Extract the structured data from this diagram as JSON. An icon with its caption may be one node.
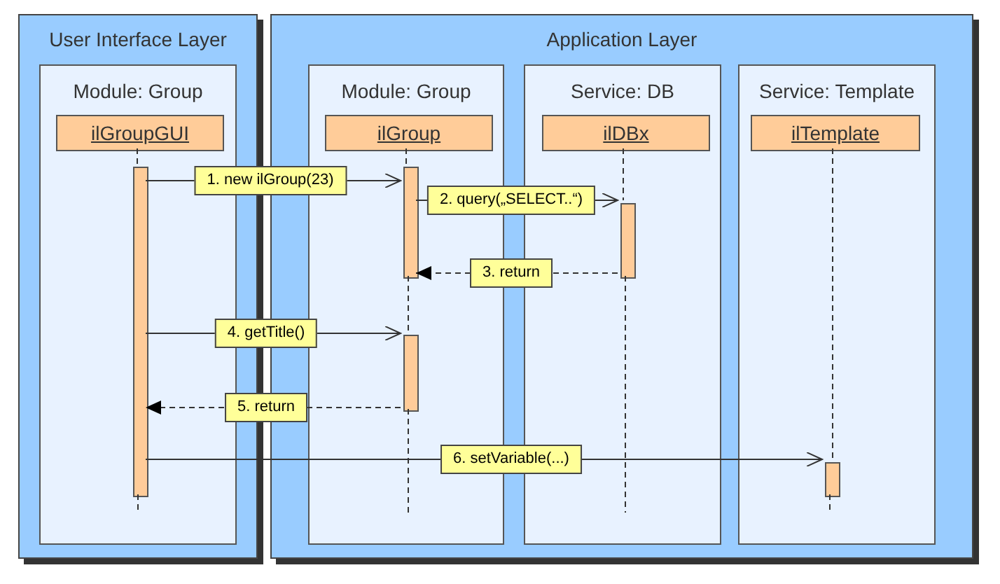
{
  "diagram": {
    "nodes": [
      {
        "text": [
          "User Interface Layer"
        ]
      },
      {
        "text": [
          "Module: Group"
        ],
        "in": 0
      },
      {
        "text": [
          "ilGroupGUI"
        ],
        "in": 1
      },
      {
        "text": [
          "Application Layer"
        ]
      },
      {
        "text": [
          "Module: Group"
        ],
        "in": 3
      },
      {
        "text": [
          "ilGroup"
        ],
        "in": 4
      },
      {
        "text": [
          "Service: DB"
        ],
        "in": 3
      },
      {
        "text": [
          "ilDBx"
        ],
        "in": 6
      },
      {
        "text": [
          "Service: Template"
        ],
        "in": 3
      },
      {
        "text": [
          "ilTemplate"
        ],
        "in": 8
      },
      {
        "text": [],
        "shape": "bar",
        "in": 1
      },
      {
        "text": [],
        "shape": "bar",
        "in": 4
      },
      {
        "text": [],
        "shape": "bar",
        "in": 6
      },
      {
        "text": [],
        "shape": "bar",
        "in": 4
      },
      {
        "text": [],
        "shape": "bar",
        "in": 8
      }
    ],
    "edges": [
      {
        "from": 10,
        "to": 11,
        "arrow": "to",
        "label": "1. new ilGroup(23)"
      },
      {
        "from": 11,
        "to": 12,
        "arrow": "to",
        "label": "2. query(„SELECT..“)"
      },
      {
        "from": 12,
        "to": 11,
        "arrow": "to",
        "label": "3. return",
        "style": "dashed"
      },
      {
        "from": 10,
        "to": 13,
        "arrow": "to",
        "label": "4. getTitle()"
      },
      {
        "from": 13,
        "to": 10,
        "arrow": "to",
        "label": "5. return",
        "style": "dashed"
      },
      {
        "from": 10,
        "to": 14,
        "arrow": "to",
        "label": "6. setVariable(...)"
      },
      {
        "from": 2,
        "to": 10,
        "arrow": "none",
        "style": "dashed"
      },
      {
        "from": 10,
        "to": null,
        "arrow": "none",
        "style": "dashed"
      },
      {
        "from": 5,
        "to": 11,
        "arrow": "none",
        "style": "dashed"
      },
      {
        "from": 11,
        "to": 13,
        "arrow": "none",
        "style": "dashed"
      },
      {
        "from": 13,
        "to": null,
        "arrow": "none",
        "style": "dashed"
      },
      {
        "from": 7,
        "to": 12,
        "arrow": "none",
        "style": "dashed"
      },
      {
        "from": 12,
        "to": null,
        "arrow": "none",
        "style": "dashed"
      },
      {
        "from": 9,
        "to": 14,
        "arrow": "none",
        "style": "dashed"
      },
      {
        "from": 14,
        "to": null,
        "arrow": "none",
        "style": "dashed"
      }
    ]
  }
}
